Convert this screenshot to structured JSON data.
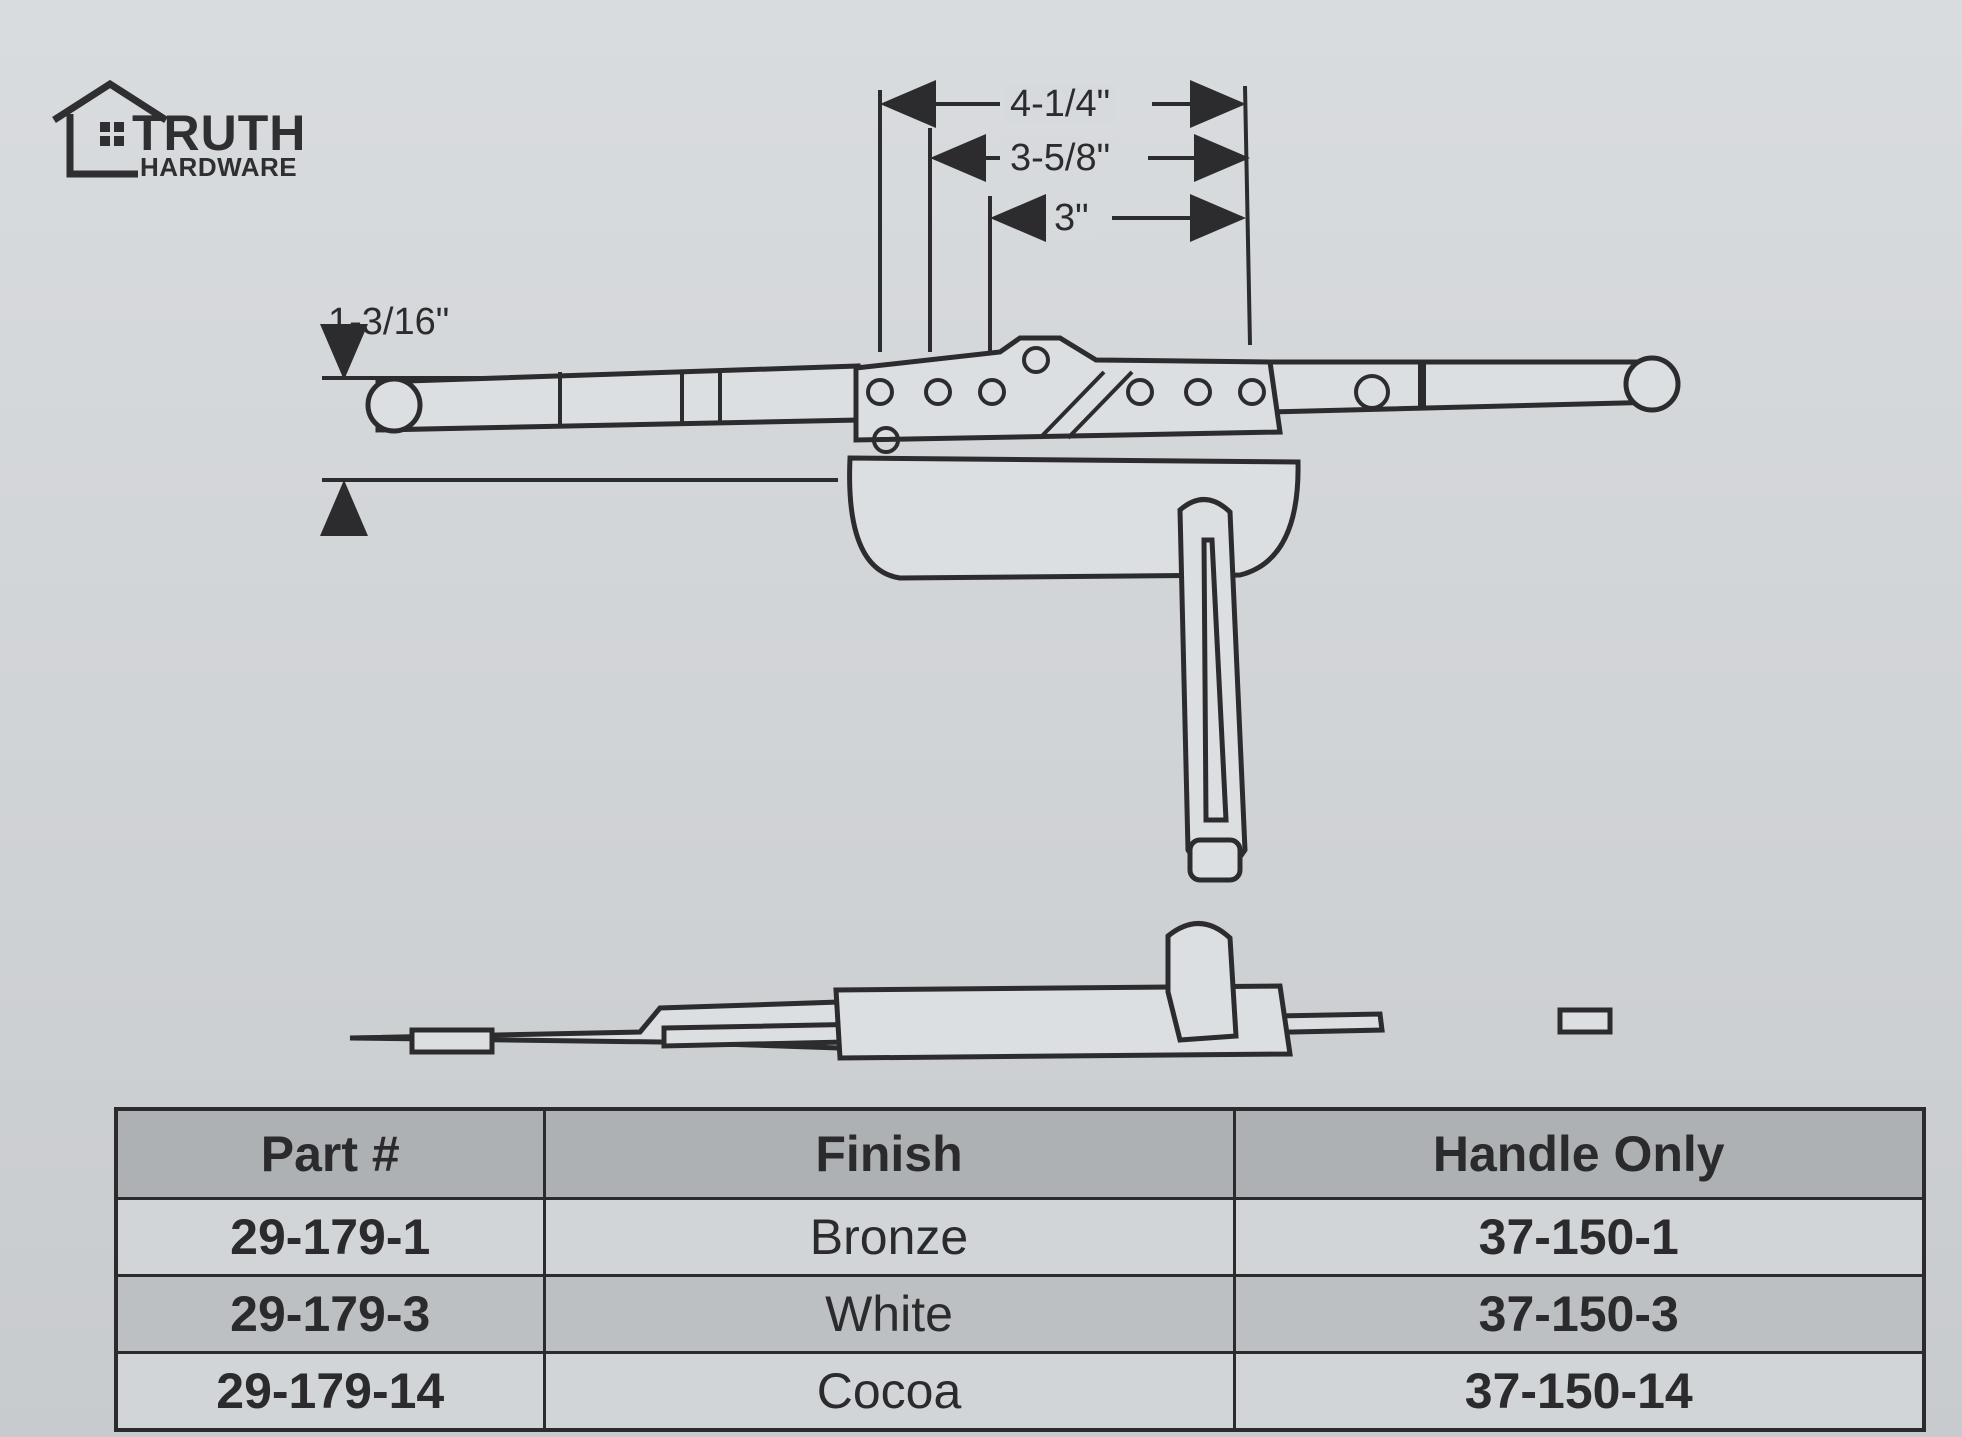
{
  "brand": {
    "word1": "TRUTH",
    "word2": "HARDWARE",
    "icon": "house-icon"
  },
  "dimensions": {
    "overall": "4-1/4\"",
    "middle": "3-5/8\"",
    "inner": "3\"",
    "height": "1-3/16\""
  },
  "table": {
    "headers": [
      "Part #",
      "Finish",
      "Handle Only"
    ],
    "rows": [
      {
        "part": "29-179-1",
        "finish": "Bronze",
        "handle": "37-150-1"
      },
      {
        "part": "29-179-3",
        "finish": "White",
        "handle": "37-150-3"
      },
      {
        "part": "29-179-14",
        "finish": "Cocoa",
        "handle": "37-150-14"
      }
    ]
  },
  "colors": {
    "ink": "#2b2b2d",
    "paper": "#d3d6d9",
    "header_fill": "#aeb1b4"
  }
}
